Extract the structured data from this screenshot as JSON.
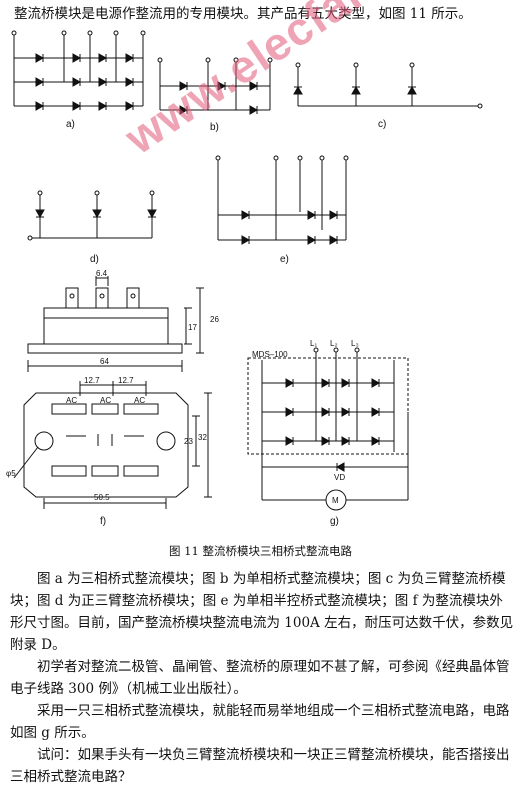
{
  "intro": "整流桥模块是电源作整流用的专用模块。其产品有五大类型，如图 11 所示。",
  "labels": {
    "a": "a)",
    "b": "b)",
    "c": "c)",
    "d": "d)",
    "e": "e)",
    "f": "f)",
    "g": "g)"
  },
  "dims": {
    "d64_top": "6.4",
    "d17": "17",
    "d26": "26",
    "d64": "64",
    "d127_a": "12.7",
    "d127_b": "12.7",
    "d23": "23",
    "d32": "32",
    "d505": "50.5",
    "d6": "φ5",
    "ac1": "AC",
    "ac2": "AC",
    "ac3": "AC"
  },
  "circuit_g": {
    "model": "MDS–100",
    "l1": "L₁",
    "l2": "L₂",
    "l3": "L₃",
    "vd": "VD",
    "motor": "M"
  },
  "watermark": "www.elecfans.com",
  "caption": "图 11   整流桥模块三相桥式整流电路",
  "paragraphs": [
    "图 a 为三相桥式整流模块；图 b 为单相桥式整流模块；图 c 为负三臂整流桥模块；图 d 为正三臂整流桥模块；图 e 为单相半控桥式整流模块；图 f 为整流模块外形尺寸图。目前，国产整流桥模块整流电流为 100A 左右，耐压可达数千伏，参数见附录 D。",
    "初学者对整流二极管、晶闸管、整流桥的原理如不甚了解，可参阅《经典晶体管电子线路 300 例》（机械工业出版社）。",
    "采用一只三相桥式整流模块，就能轻而易举地组成一个三相桥式整流电路，电路如图 g 所示。",
    "试问：如果手头有一块负三臂整流桥模块和一块正三臂整流桥模块，能否搭接出三相桥式整流电路？"
  ]
}
